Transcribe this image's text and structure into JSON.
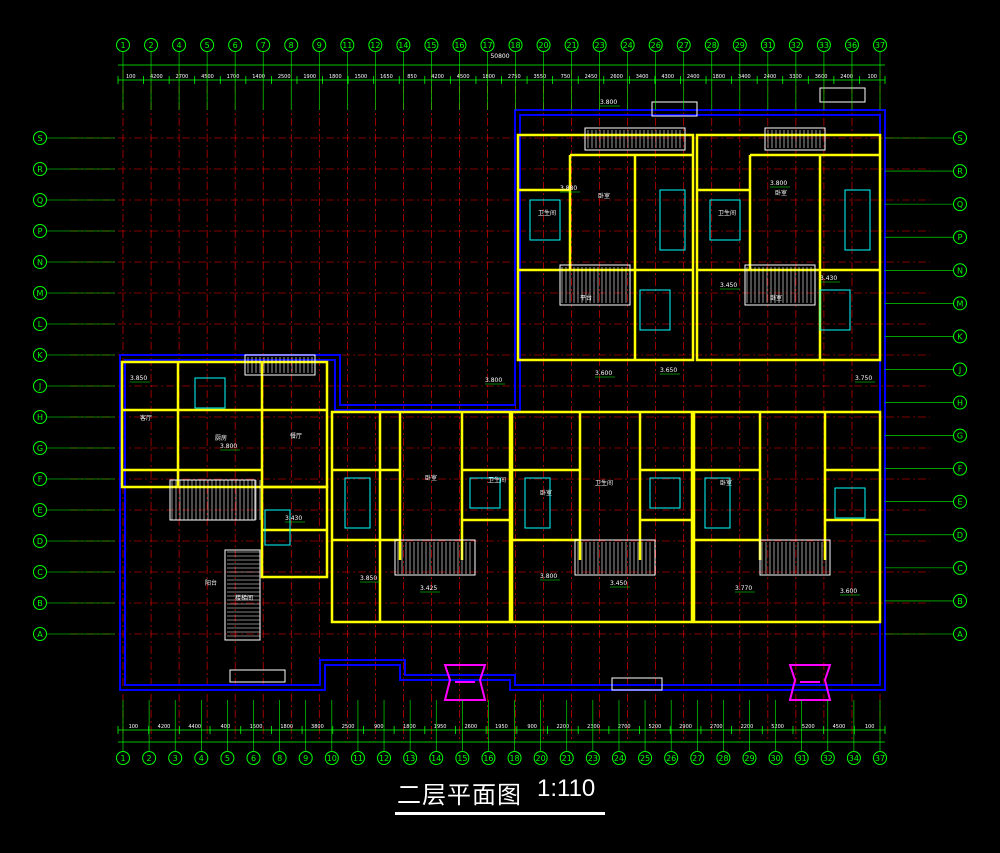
{
  "drawing": {
    "title": "二层平面图",
    "scale": "1:110",
    "colors": {
      "background": "#000000",
      "axis_grid": "#ff0000",
      "axis_bubble": "#00ff00",
      "walls": "#ffff00",
      "outline": "#0000ff",
      "furniture": "#00ffff",
      "hatch": "#ff00ff",
      "dimension_text": "#ffffff",
      "caption": "#ffffff"
    },
    "vertical_axes_top": [
      "1",
      "2",
      "4",
      "5",
      "6",
      "7",
      "8",
      "9",
      "11",
      "12",
      "14",
      "15",
      "16",
      "17",
      "18",
      "20",
      "21",
      "23",
      "24",
      "26",
      "27",
      "28",
      "29",
      "31",
      "32",
      "33",
      "36",
      "37"
    ],
    "vertical_axes_bottom": [
      "1",
      "2",
      "3",
      "4",
      "5",
      "6",
      "8",
      "9",
      "10",
      "11",
      "12",
      "13",
      "14",
      "15",
      "16",
      "18",
      "20",
      "21",
      "23",
      "24",
      "25",
      "26",
      "27",
      "28",
      "29",
      "30",
      "31",
      "32",
      "34",
      "37"
    ],
    "horizontal_axes_left": [
      "S",
      "R",
      "Q",
      "P",
      "N",
      "M",
      "L",
      "K",
      "J",
      "H",
      "G",
      "F",
      "E",
      "D",
      "C",
      "B",
      "A"
    ],
    "horizontal_axes_right": [
      "S",
      "R",
      "Q",
      "P",
      "N",
      "M",
      "K",
      "J",
      "H",
      "G",
      "F",
      "E",
      "D",
      "C",
      "B",
      "A"
    ],
    "top_total_dimension": "50800",
    "top_dimensions": [
      "100",
      "4200",
      "2700",
      "4500",
      "1700",
      "1400",
      "2500",
      "1900",
      "1800",
      "1500",
      "1650",
      "850",
      "4200",
      "4500",
      "1800",
      "2750",
      "3550",
      "750",
      "2450",
      "2600",
      "3400",
      "4300",
      "2400",
      "1800",
      "3400",
      "2400",
      "3300",
      "3600",
      "2400",
      "100"
    ],
    "bottom_dimensions": [
      "100",
      "4200",
      "4400",
      "400",
      "1500",
      "1800",
      "3800",
      "2500",
      "900",
      "1800",
      "1950",
      "2600",
      "1950",
      "900",
      "2200",
      "2300",
      "2700",
      "5200",
      "2900",
      "2700",
      "2200",
      "5200",
      "5200",
      "4500",
      "100"
    ],
    "level_marks": [
      "3.800",
      "3.880",
      "3.800",
      "3.850",
      "3.800",
      "3.800",
      "3.600",
      "3.650",
      "3.750",
      "3.430",
      "3.450",
      "3.430",
      "3.850",
      "3.800",
      "3.425",
      "3.450",
      "3.600",
      "3.770"
    ],
    "room_labels": [
      "卧室",
      "卫生间",
      "卫生间",
      "卧室",
      "卫生间",
      "卧室",
      "卫生间",
      "卧室",
      "客厅",
      "厨房",
      "餐厅",
      "阳台",
      "楼梯间",
      "平台",
      "卧室",
      "卧室"
    ]
  }
}
